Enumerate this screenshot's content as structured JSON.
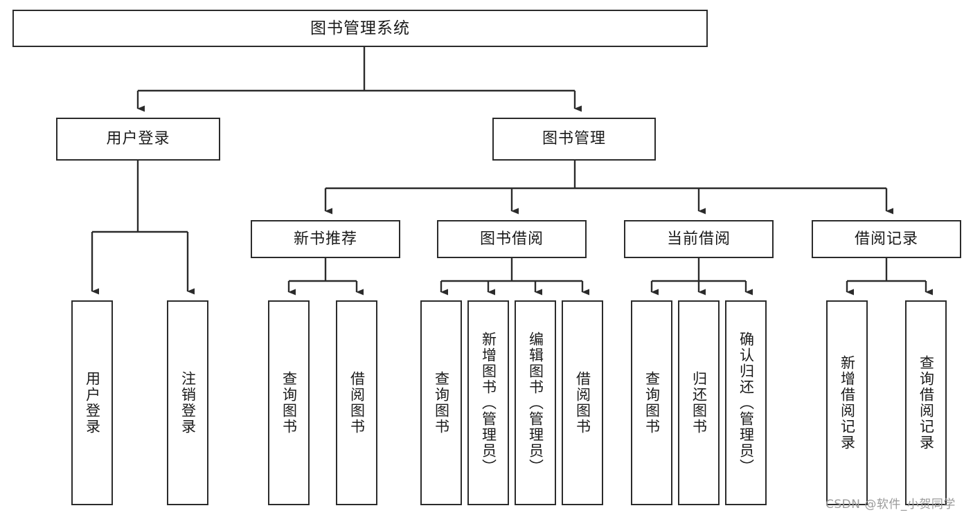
{
  "diagram": {
    "title": "图书管理系统",
    "type": "tree-hierarchy",
    "orientation": "top-down",
    "colors": {
      "stroke": "#2b2b2b",
      "fill": "#ffffff",
      "text": "#1a1a1a",
      "watermark": "#9a9a9a"
    },
    "root": {
      "label": "图书管理系统"
    },
    "level2": [
      {
        "label": "用户登录"
      },
      {
        "label": "图书管理"
      }
    ],
    "level3": [
      {
        "label": "新书推荐"
      },
      {
        "label": "图书借阅"
      },
      {
        "label": "当前借阅"
      },
      {
        "label": "借阅记录"
      }
    ],
    "leaves": {
      "user_login": [
        {
          "label": "用户登录"
        },
        {
          "label": "注销登录"
        }
      ],
      "new_book_recommend": [
        {
          "label": "查询图书"
        },
        {
          "label": "借阅图书"
        }
      ],
      "book_borrow": [
        {
          "label": "查询图书"
        },
        {
          "label": "新增图书（管理员）"
        },
        {
          "label": "编辑图书（管理员）"
        },
        {
          "label": "借阅图书"
        }
      ],
      "current_borrow": [
        {
          "label": "查询图书"
        },
        {
          "label": "归还图书"
        },
        {
          "label": "确认归还（管理员）"
        }
      ],
      "borrow_record": [
        {
          "label": "新增借阅记录"
        },
        {
          "label": "查询借阅记录"
        }
      ]
    }
  },
  "watermark": {
    "text": "CSDN @软件_小贺同学"
  }
}
